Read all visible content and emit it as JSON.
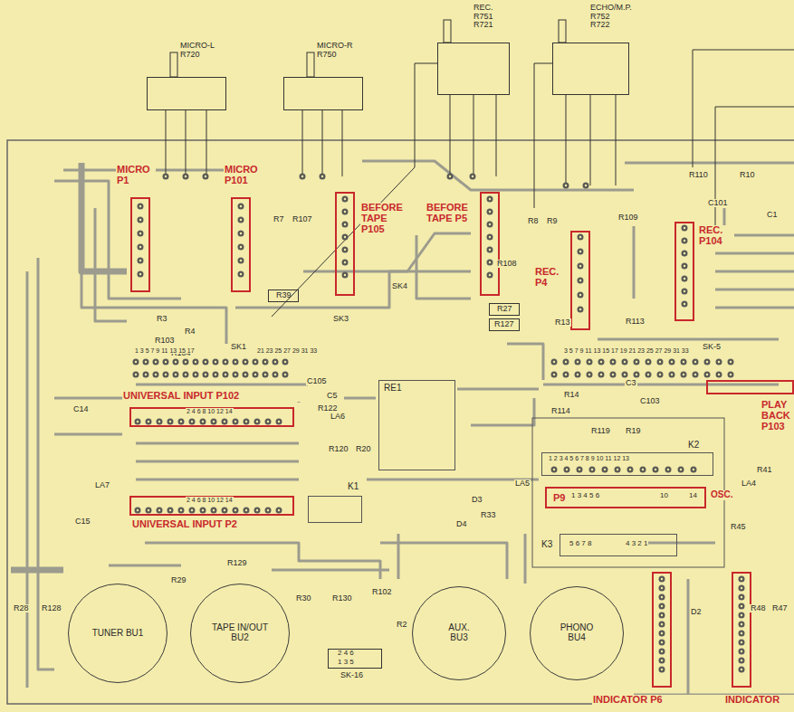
{
  "diagram": {
    "nodes": [
      {
        "text": [
          "MICRO-L R720"
        ]
      },
      {
        "text": [
          "MICRO-R R750"
        ]
      },
      {
        "text": [
          "REC. R751 R721"
        ]
      },
      {
        "text": [
          "ECHO/M.P. R752 R722"
        ]
      },
      {
        "text": [
          "MICRO P1"
        ]
      },
      {
        "text": [
          "MICRO P101"
        ]
      },
      {
        "text": [
          "BEFORE TAPE P105"
        ]
      },
      {
        "text": [
          "BEFORE TAPE P5"
        ]
      },
      {
        "text": [
          "REC. P4"
        ]
      },
      {
        "text": [
          "REC. P104"
        ]
      },
      {
        "text": [
          "UNIVERSAL INPUT P102"
        ]
      },
      {
        "text": [
          "UNIVERSAL INPUT P2"
        ]
      },
      {
        "text": [
          "P9"
        ]
      },
      {
        "text": [
          "PLAY BACK P103"
        ]
      },
      {
        "text": [
          "INDICATOR P6"
        ]
      },
      {
        "text": [
          "INDICATOR"
        ]
      },
      {
        "text": [
          "TUNER BU1"
        ]
      },
      {
        "text": [
          "TAPE IN/OUT BU2"
        ]
      },
      {
        "text": [
          "AUX. BU3"
        ]
      },
      {
        "text": [
          "PHONO BU4"
        ]
      },
      {
        "text": [
          "SK-16"
        ]
      },
      {
        "text": [
          "K2"
        ]
      },
      {
        "text": [
          "K3"
        ]
      },
      {
        "text": [
          "K1"
        ]
      },
      {
        "text": [
          "RE1"
        ]
      },
      {
        "text": [
          "R39"
        ]
      },
      {
        "text": [
          "R27"
        ]
      },
      {
        "text": [
          "R127"
        ]
      }
    ],
    "labels": [
      "R7",
      "R107",
      "R8",
      "R9",
      "R108",
      "R109",
      "R110",
      "R10",
      "C101",
      "C1",
      "R3",
      "R4",
      "R103",
      "R104",
      "SK1",
      "SK4",
      "SK3",
      "SK-5",
      "R13",
      "R113",
      "C14",
      "C15",
      "LA7",
      "LA6",
      "LA5",
      "LA4",
      "C105",
      "C5",
      "R122",
      "R120",
      "R20",
      "R14",
      "R114",
      "C3",
      "C103",
      "R119",
      "R19",
      "D3",
      "D4",
      "R33",
      "R29",
      "R129",
      "R28",
      "R128",
      "R30",
      "R130",
      "R102",
      "R2",
      "D2",
      "R41",
      "R45",
      "R48",
      "R47",
      "OSC.",
      "1 3 5 7 9 11 13 15 17",
      "21 23 25 27 29 31 33",
      "3 5 7 9 11 13 15 17 19 21 23 25 27 29 31 33",
      "2 4 6 8 10 12 14",
      "2 4 6 8 10 12 14",
      "1 2 3 4 5 6 7 8 9 10 11 12 13",
      "1 3 4 5 6",
      "10",
      "14",
      "5 6 7 8",
      "4 3 2 1",
      "2 4 6",
      "1 3 5"
    ]
  }
}
